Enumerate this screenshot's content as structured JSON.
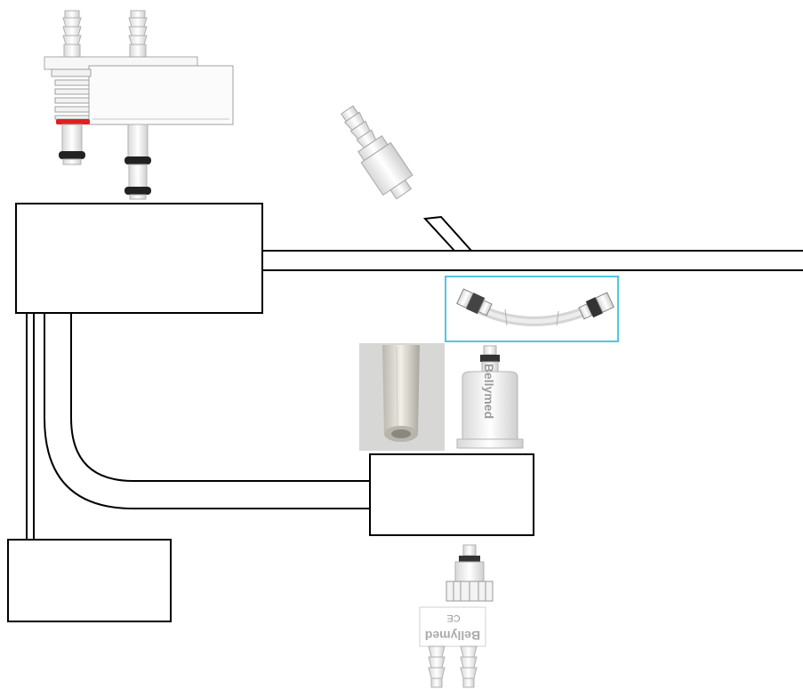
{
  "diagram": {
    "background": "#ffffff",
    "line_color": "#000000",
    "highlight_frame_color": "#4fc8e0",
    "oring_color": "#e02020"
  },
  "components": {
    "manifold": {
      "icon": "dual-barb-manifold-icon"
    },
    "barb_connector": {
      "icon": "hose-barb-connector-icon"
    },
    "tube_assembly": {
      "icon": "flexible-tube-assembly-icon"
    },
    "tubing_photo": {
      "icon": "silicone-tube-photo"
    },
    "filter": {
      "icon": "filter-housing-icon",
      "brand": "Bellymed"
    },
    "bottom_connector": {
      "icon": "cap-connector-icon",
      "brand": "Bellymed",
      "mark": "CE"
    }
  }
}
